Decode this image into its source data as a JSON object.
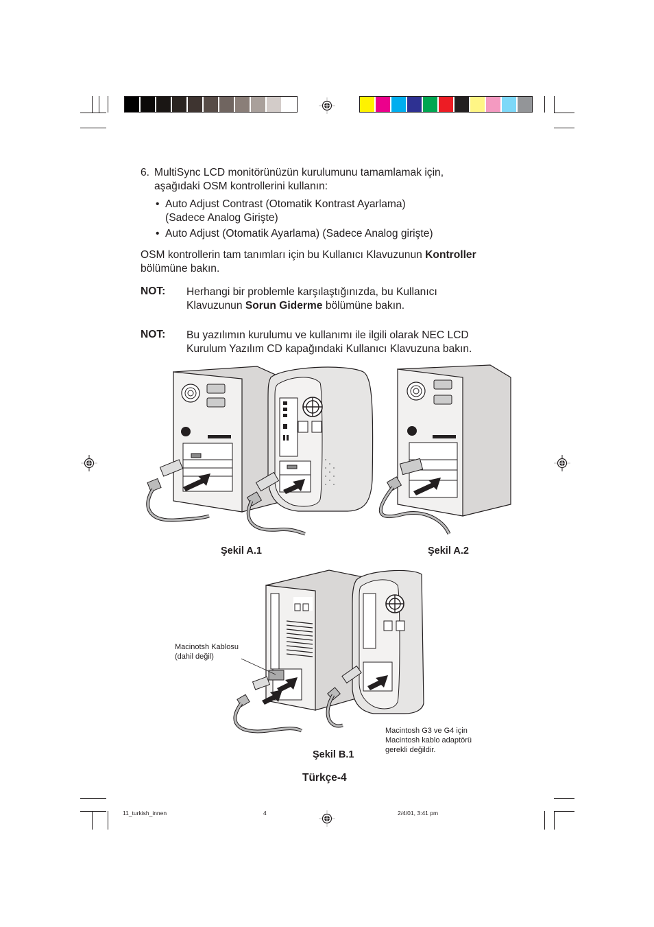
{
  "printer_marks": {
    "grayscale_swatches": [
      "#000000",
      "#0b0908",
      "#1a1614",
      "#2a2420",
      "#3e3430",
      "#574c47",
      "#706560",
      "#8a7e78",
      "#a9a09b",
      "#d3ccc9",
      "#ffffff"
    ],
    "color_swatches": [
      "#fff200",
      "#ec008c",
      "#00aeef",
      "#2e3192",
      "#00a651",
      "#ed1c24",
      "#231f20",
      "#fff685",
      "#f49ac1",
      "#7dd8f8",
      "#939598"
    ]
  },
  "step": {
    "number": "6.",
    "line1": "MultiSync LCD monitörünüzün kurulumunu tamamlamak için,",
    "line2": "aşağıdaki OSM kontrollerini kullanın:",
    "bullets": [
      {
        "line1": "Auto Adjust Contrast (Otomatik Kontrast Ayarlama)",
        "line2": "(Sadece Analog Girişte)"
      },
      {
        "line1": "Auto Adjust (Otomatik Ayarlama) (Sadece Analog girişte)",
        "line2": ""
      }
    ]
  },
  "osm_paragraph": {
    "pre": "OSM kontrollerin tam tanımları için bu Kullanıcı Klavuzunun ",
    "bold": "Kontroller",
    "post": "bölümüne bakın."
  },
  "notes": [
    {
      "label": "NOT:",
      "line1": "Herhangi bir problemle karşılaştığınızda, bu Kullanıcı",
      "line2_pre": "Klavuzunun ",
      "line2_bold": "Sorun Giderme",
      "line2_post": " bölümüne bakın."
    },
    {
      "label": "NOT:",
      "line1": "Bu yazılımın kurulumu ve kullanımı ile ilgili olarak NEC LCD",
      "line2_pre": "Kurulum Yazılım CD kapağındaki Kullanıcı Klavuzuna bakın.",
      "line2_bold": "",
      "line2_post": ""
    }
  ],
  "figures": {
    "a1_caption": "Şekil A.1",
    "a2_caption": "Şekil A.2",
    "b1_caption": "Şekil B.1",
    "mac_cable_label_line1": "Macinotsh Kablosu",
    "mac_cable_label_line2": "(dahil değil)",
    "g3g4_note_line1": "Macintosh G3 ve G4 için",
    "g3g4_note_line2": "Macintosh kablo adaptörü",
    "g3g4_note_line3": "gerekli değildir."
  },
  "page_footer": "Türkçe-4",
  "slug": {
    "filename": "11_turkish_innen",
    "page": "4",
    "timestamp": "2/4/01, 3:41 pm"
  }
}
